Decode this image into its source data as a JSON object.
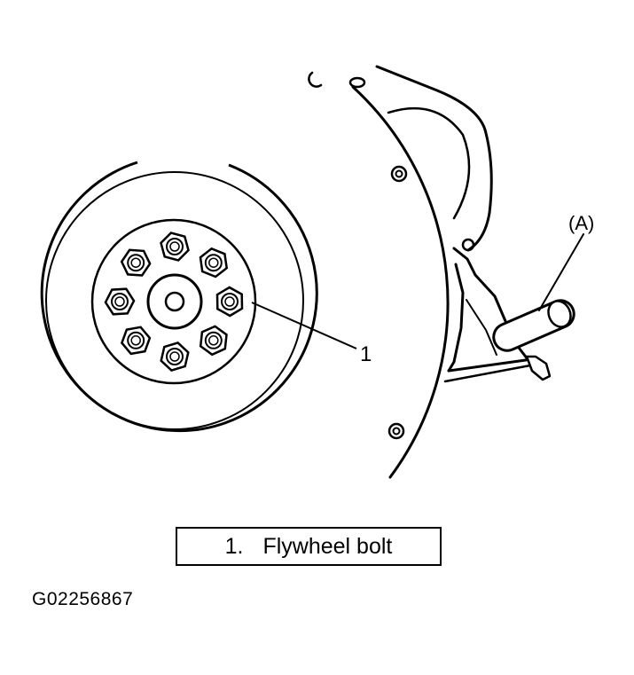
{
  "callouts": {
    "part_1": "1",
    "tool_a": "(A)"
  },
  "legend": {
    "number": "1.",
    "text": "Flywheel bolt"
  },
  "figure_id": "G02256867"
}
